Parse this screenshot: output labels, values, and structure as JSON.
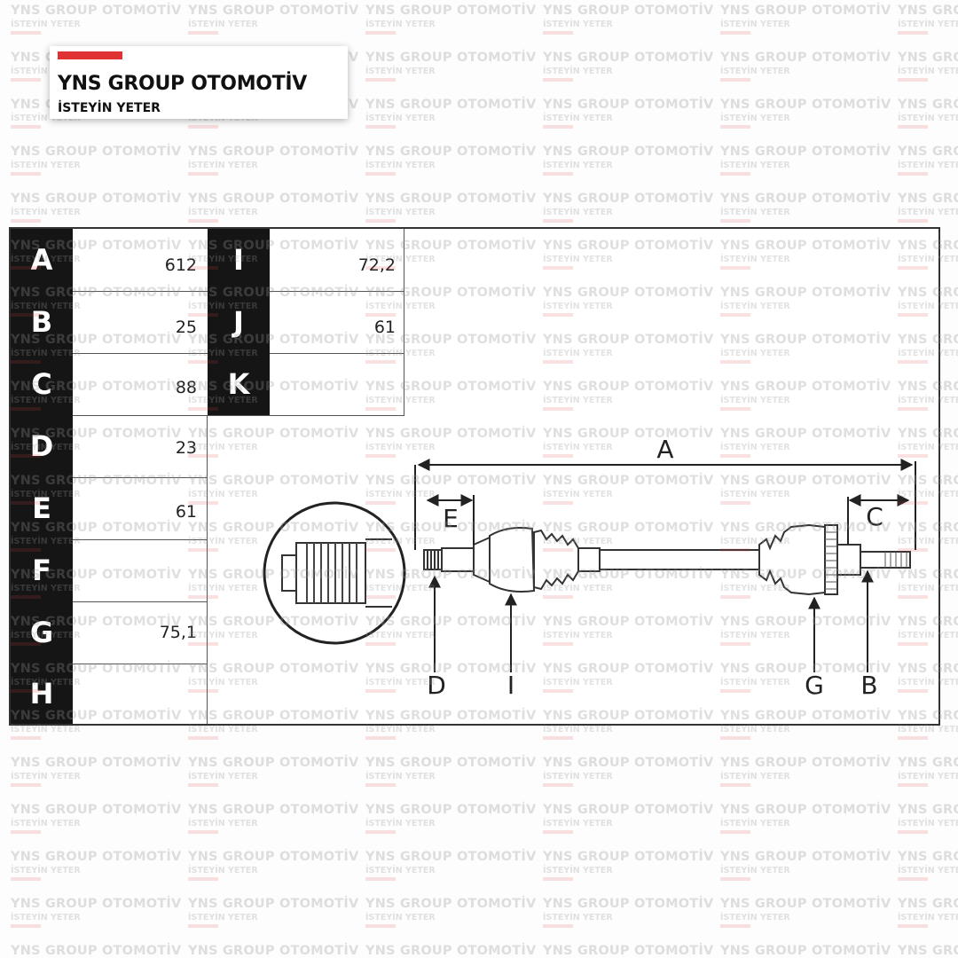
{
  "brand": {
    "name": "YNS GROUP OTOMOTİV",
    "tagline": "İSTEYİN YETER",
    "accent_color": "#e03232"
  },
  "watermark": {
    "line1": "YNS GROUP OTOMOTİV",
    "line2": "İSTEYİN YETER"
  },
  "dimension_table": {
    "left": [
      {
        "letter": "A",
        "value": "612"
      },
      {
        "letter": "B",
        "value": "25"
      },
      {
        "letter": "C",
        "value": "88"
      },
      {
        "letter": "D",
        "value": "23"
      },
      {
        "letter": "E",
        "value": "61"
      },
      {
        "letter": "F",
        "value": ""
      },
      {
        "letter": "G",
        "value": "75,1"
      },
      {
        "letter": "H",
        "value": ""
      }
    ],
    "right": [
      {
        "letter": "I",
        "value": "72,2"
      },
      {
        "letter": "J",
        "value": "61"
      },
      {
        "letter": "K",
        "value": ""
      }
    ]
  },
  "drawing_labels": {
    "A": "A",
    "B": "B",
    "C": "C",
    "D": "D",
    "E": "E",
    "G": "G",
    "I": "I"
  }
}
